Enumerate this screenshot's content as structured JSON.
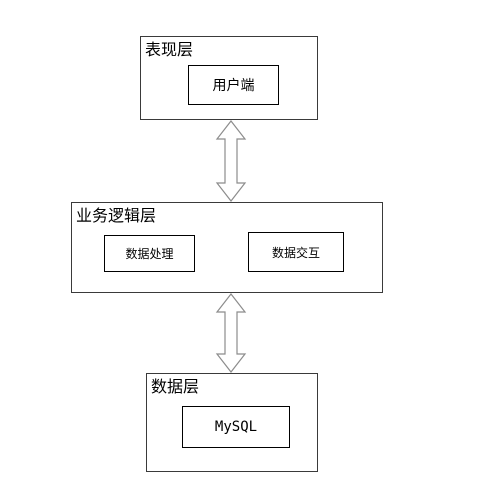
{
  "presentation_layer": {
    "title": "表现层",
    "components": [
      "用户端"
    ]
  },
  "business_logic_layer": {
    "title": "业务逻辑层",
    "components": [
      "数据处理",
      "数据交互"
    ]
  },
  "data_layer": {
    "title": "数据层",
    "components": [
      "MySQL"
    ]
  },
  "connectors": [
    {
      "from": "表现层",
      "to": "业务逻辑层",
      "style": "double-headed-arrow",
      "fill": "#ffffff",
      "stroke": "#8c8c8c"
    },
    {
      "from": "业务逻辑层",
      "to": "数据层",
      "style": "double-headed-arrow",
      "fill": "#ffffff",
      "stroke": "#8c8c8c"
    }
  ],
  "colors": {
    "border": "#3a3a3a",
    "arrow_stroke": "#8c8c8c"
  }
}
